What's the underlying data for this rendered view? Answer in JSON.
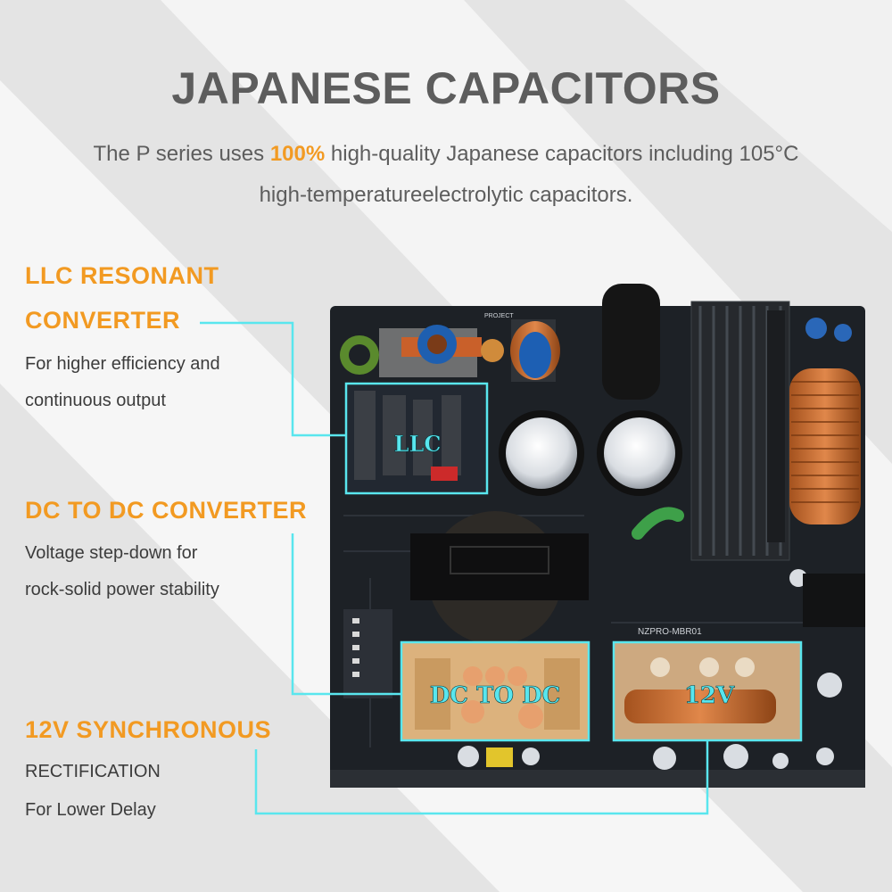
{
  "header": {
    "title": "JAPANESE CAPACITORS",
    "subtitle_pre": "The P series uses ",
    "subtitle_highlight": "100%",
    "subtitle_line1_post": " high-quality Japanese capacitors including 105°C",
    "subtitle_line2": "high-temperatureelectrolytic capacitors."
  },
  "features": [
    {
      "title_line1": "LLC RESONANT",
      "title_line2": "CONVERTER",
      "desc_line1": "For higher efficiency and",
      "desc_line2": "continuous output"
    },
    {
      "title_line1": "DC TO DC CONVERTER",
      "desc_line1": "Voltage step-down for",
      "desc_line2": "rock-solid power stability"
    },
    {
      "title_line1": "12V SYNCHRONOUS",
      "desc_line1": "RECTIFICATION",
      "desc_line2": "For Lower Delay"
    }
  ],
  "board": {
    "callouts": {
      "llc": "LLC",
      "dcdc": "DC TO DC",
      "v12": "12V"
    },
    "pcb_labels": {
      "model": "NZPRO-MBR01",
      "project": "PROJECT"
    }
  },
  "colors": {
    "accent": "#f29a22",
    "title": "#5d5d5d",
    "callout": "#59e6ee",
    "highlight_box": "#dcb27d"
  }
}
